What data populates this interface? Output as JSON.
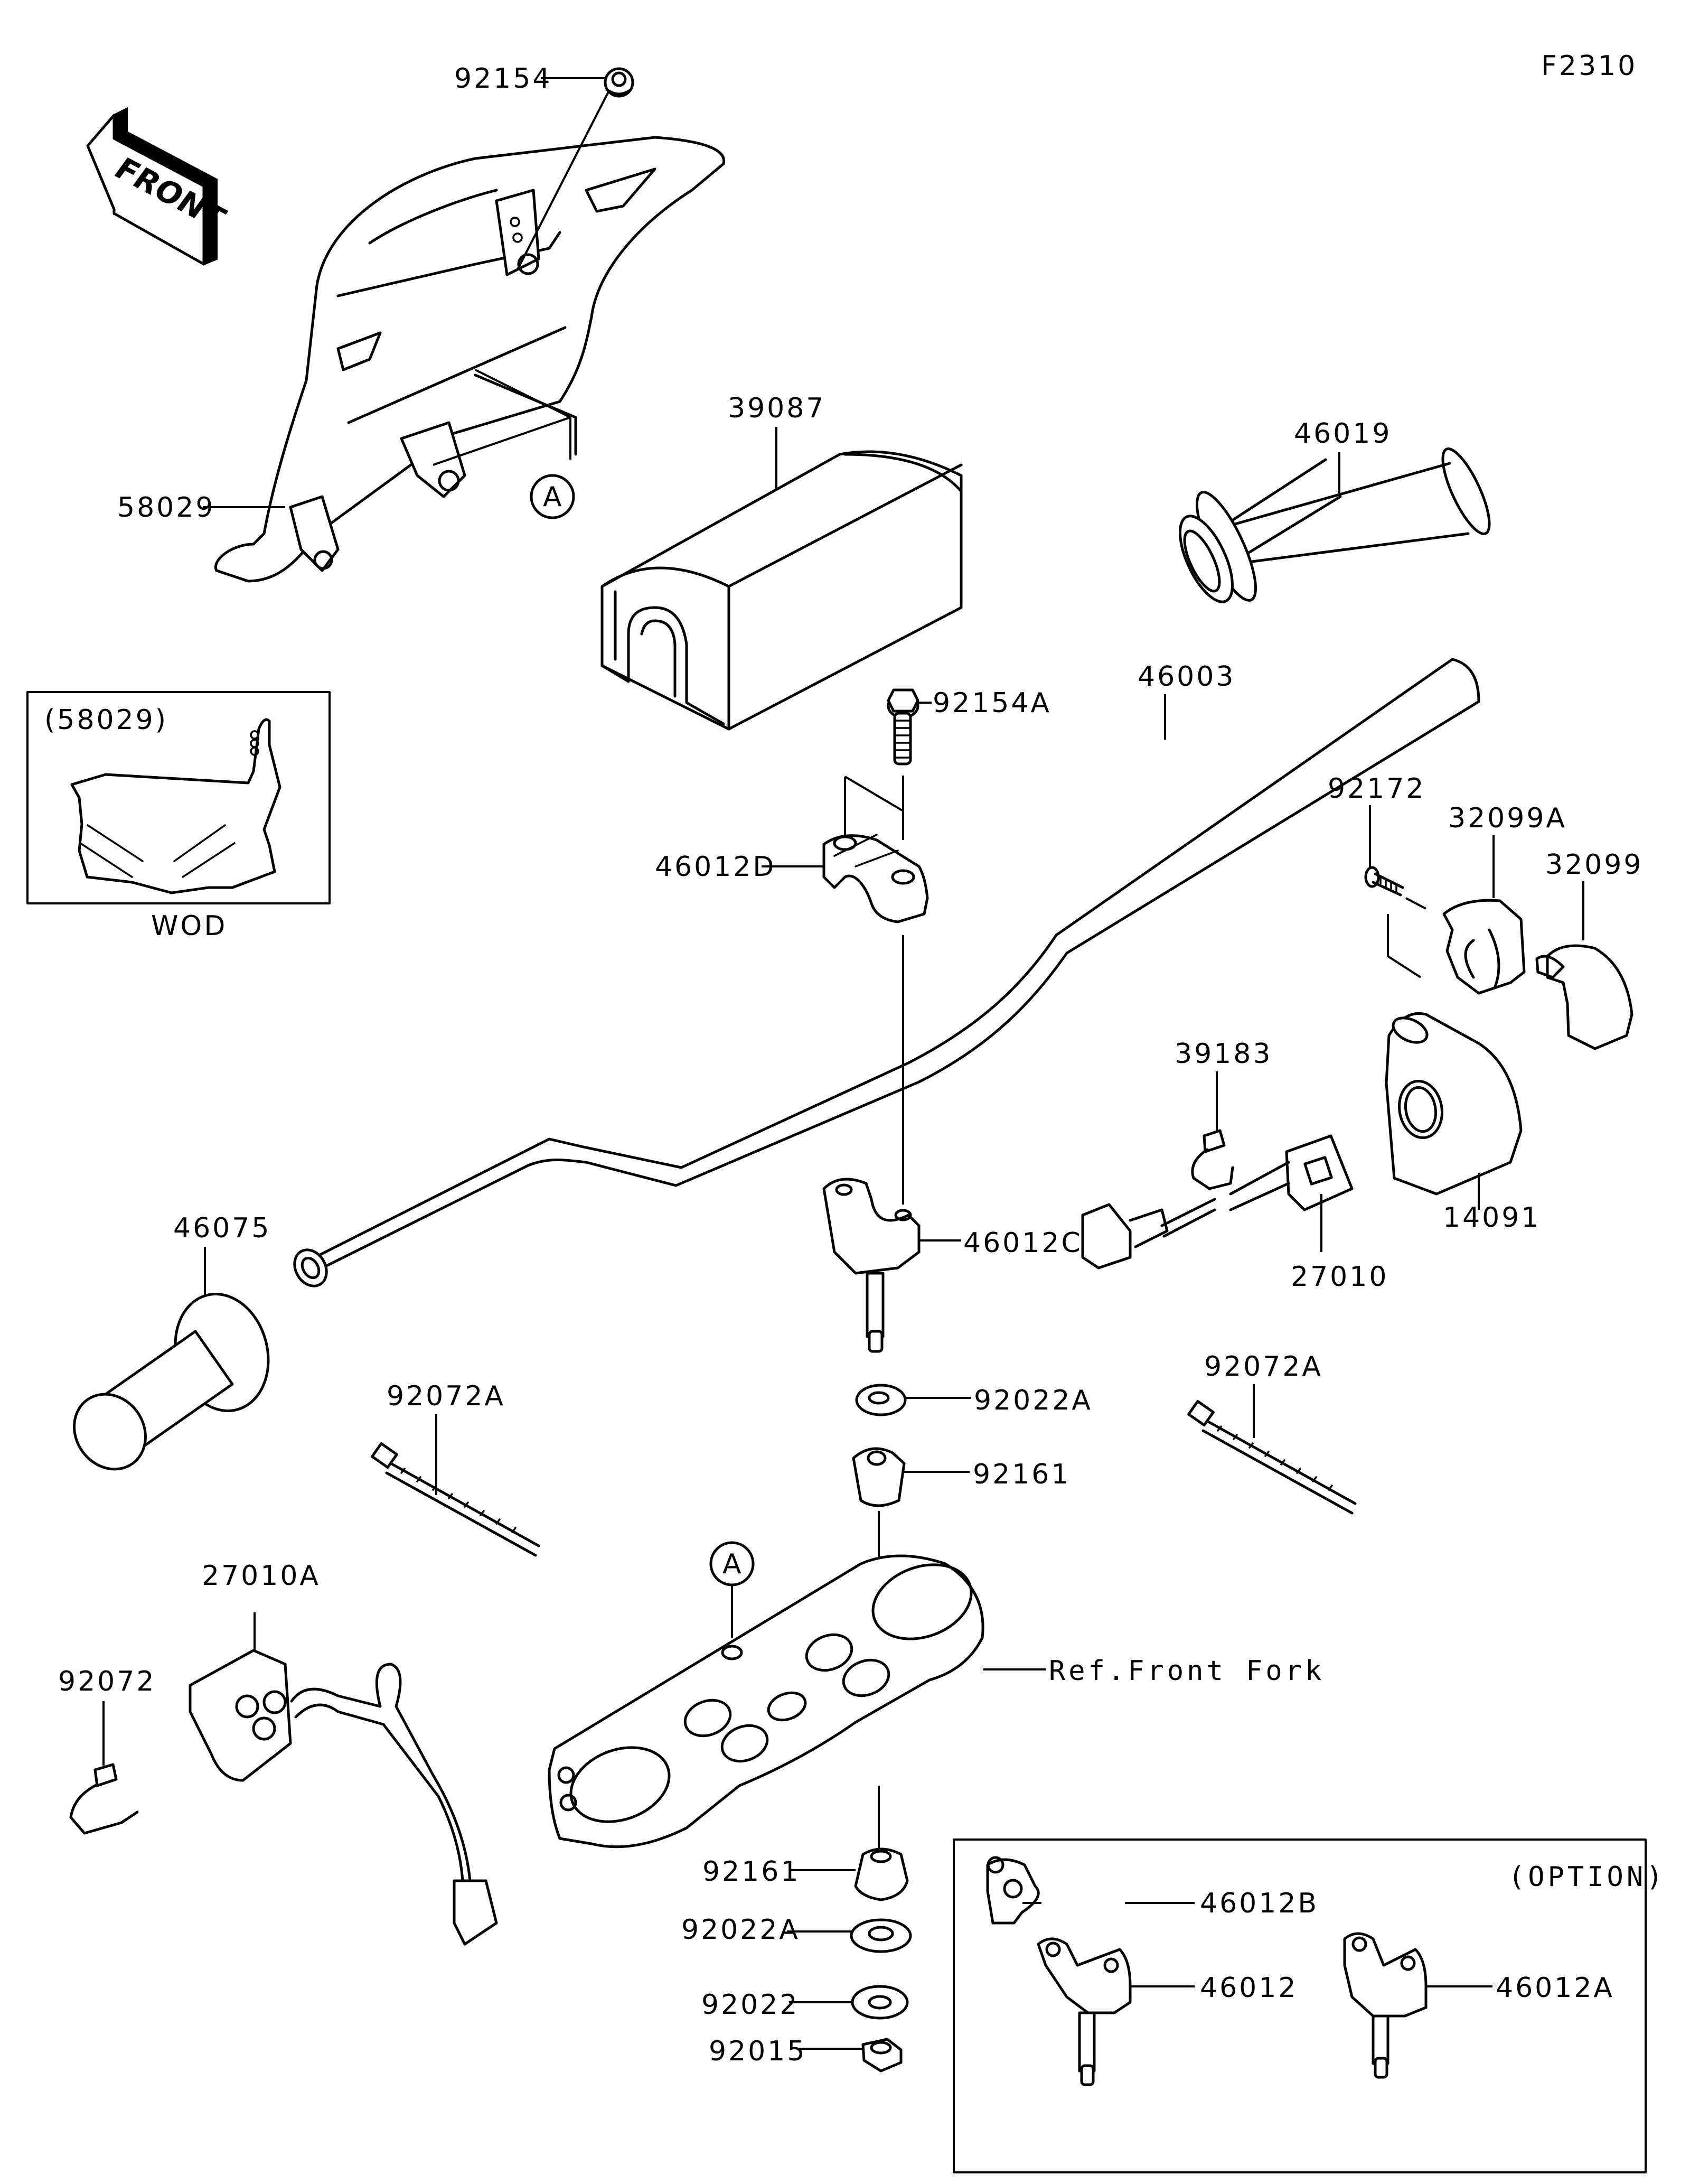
{
  "diagram": {
    "figure_code": "F2310",
    "front_indicator": "FRONT",
    "callout_marker": "A",
    "inset_wod": {
      "part_ref": "(58029)",
      "caption": "WOD"
    },
    "inset_option": {
      "title": "(OPTION)",
      "parts": [
        "46012B",
        "46012",
        "46012A"
      ]
    },
    "reference_label": "Ref.Front Fork",
    "parts": {
      "p92154": "92154",
      "p58029": "58029",
      "p39087": "39087",
      "p46019": "46019",
      "p92154A": "92154A",
      "p46003": "46003",
      "p46012D": "46012D",
      "p92172": "92172",
      "p32099A": "32099A",
      "p32099": "32099",
      "p39183": "39183",
      "p14091": "14091",
      "p27010": "27010",
      "p46075": "46075",
      "p46012C": "46012C",
      "p92022A_upper": "92022A",
      "p92072A_left": "92072A",
      "p92072A_right": "92072A",
      "p92161_upper": "92161",
      "p27010A": "27010A",
      "p92072": "92072",
      "p92161_lower": "92161",
      "p92022A_lower": "92022A",
      "p92022": "92022",
      "p92015": "92015"
    }
  }
}
